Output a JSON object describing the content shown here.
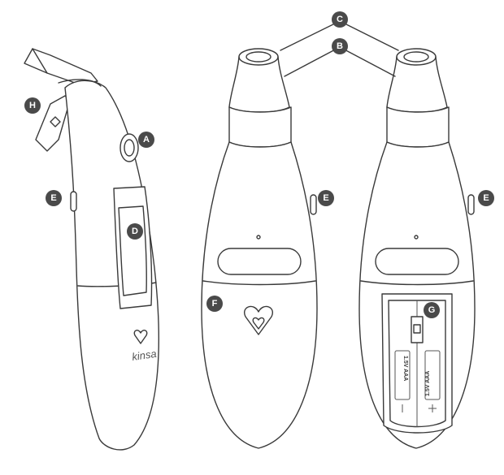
{
  "callouts": {
    "a": "A",
    "b": "B",
    "c": "C",
    "d": "D",
    "e_left": "E",
    "e_mid": "E",
    "e_right": "E",
    "f": "F",
    "g": "G",
    "h": "H"
  },
  "brand_text": "kinsa",
  "battery": {
    "left_label": "1.5V AAA",
    "right_label": "1.5V AAA"
  },
  "colors": {
    "outline": "#3a3a3a",
    "callout_fill": "#4a4a4a",
    "background": "#ffffff"
  },
  "icons": [
    "kinsa-heart-logo-icon",
    "battery-icon",
    "switch-icon"
  ]
}
